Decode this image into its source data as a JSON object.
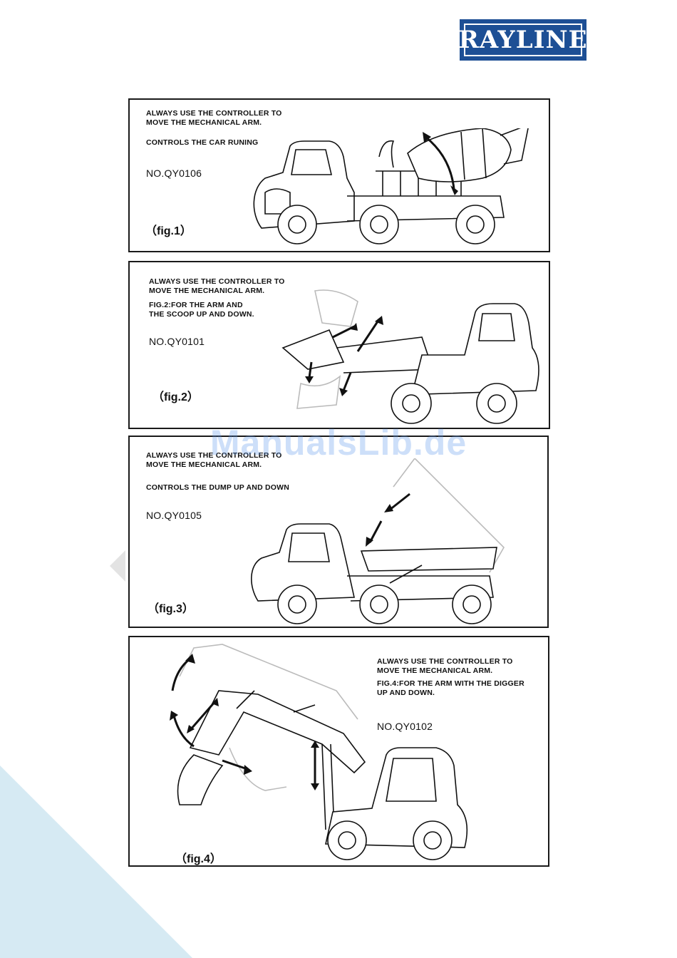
{
  "brand": {
    "logo_text": "RAYLINE"
  },
  "watermark": "ManualsLib.de",
  "panels": [
    {
      "instruction_1": "ALWAYS USE THE CONTROLLER TO\nMOVE THE MECHANICAL ARM.",
      "instruction_2": "CONTROLS THE CAR RUNING",
      "model": "NO.QY0106",
      "fig": "（fig.1）"
    },
    {
      "instruction_1": "ALWAYS USE THE CONTROLLER TO\nMOVE THE MECHANICAL ARM.",
      "instruction_2": "FIG.2:FOR THE ARM AND\nTHE SCOOP UP AND DOWN.",
      "model": "NO.QY0101",
      "fig": "（fig.2）"
    },
    {
      "instruction_1": "ALWAYS USE THE CONTROLLER TO\nMOVE THE MECHANICAL ARM.",
      "instruction_2": "CONTROLS THE DUMP UP AND DOWN",
      "model": "NO.QY0105",
      "fig": "（fig.3）"
    },
    {
      "instruction_1": "ALWAYS USE THE CONTROLLER TO\nMOVE THE MECHANICAL ARM.",
      "instruction_2": "FIG.4:FOR THE ARM WITH THE DIGGER\nUP AND DOWN.",
      "model": "NO.QY0102",
      "fig": "（fig.4）"
    }
  ],
  "colors": {
    "brand_blue": "#1d4f95",
    "corner_bg": "#d6eaf3",
    "watermark": "#5a96eb"
  },
  "icons": [
    "mixer-truck-illustration",
    "loader-illustration",
    "dump-truck-illustration",
    "excavator-illustration"
  ]
}
